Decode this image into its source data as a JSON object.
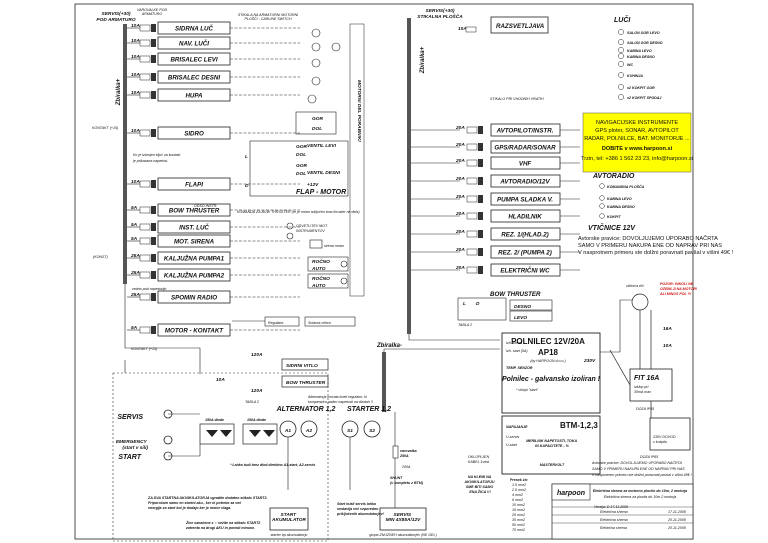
{
  "left_panel": {
    "header_main": "SERVIS(+30)\nPOD ARMATURO",
    "header_switch": "VAROVALKE POD\nARMATURO",
    "header_note": "STIKALA NA ARMATURNI MOTORNI\nPLOŠČI - CARLINE SWITCH",
    "bus_label": "Zbiralka+",
    "kontakt_label": "KONTAKT (+15)",
    "konst_label": "(KONST)",
    "circuits": [
      {
        "fuse": "10A",
        "label": "SIDRNA LUČ"
      },
      {
        "fuse": "10A",
        "label": "NAV. LUČI"
      },
      {
        "fuse": "10A",
        "label": "BRISALEC LEVI"
      },
      {
        "fuse": "10A",
        "label": "BRISALEC DESNI"
      },
      {
        "fuse": "10A",
        "label": "HUPA"
      },
      {
        "fuse": "10A",
        "label": "SIDRO"
      },
      {
        "fuse": "10A",
        "label": "FLAPI"
      },
      {
        "fuse": "5A",
        "label": "BOW THRUSTER"
      },
      {
        "fuse": "5A",
        "label": "INST. LUČ"
      },
      {
        "fuse": "5A",
        "label": "MOT. SIRENA"
      },
      {
        "fuse": "25A",
        "label": "KALJUŽNA PUMPA1"
      },
      {
        "fuse": "25A",
        "label": "KALJUŽNA PUMPA2"
      },
      {
        "fuse": "25A",
        "label": "SPOMIN RADIO"
      },
      {
        "fuse": "5A",
        "label": "MOTOR - KONTAKT"
      }
    ],
    "kontakt_note": "Ko je izbrojen ključ za kontakt\nje prikazana napetost.",
    "gor": "GOR",
    "dol": "DOL",
    "ventil_levi": "VENTIL LEVI",
    "gor2": "GOR",
    "dol2": "DOL",
    "ventil_desni": "VENTIL DESNI",
    "v12": "+12V",
    "flap_motor": "FLAP - MOTOR",
    "ld_l": "L",
    "ld_d": "D",
    "bow_note": "KOMANDA ZA BOW THRUSTER (re je motor izključen bow thruster ne dela)",
    "bow_small": "ODSO INSTR.",
    "osvet": "OSVETLITEV MOT.\nINSTRUMENTOV",
    "sirena": "sirena motor",
    "rocno1": "ROČNO",
    "auto1": "AUTO",
    "rocno2": "ROČNO",
    "auto2": "AUTO",
    "konst_note": "vedno pod napetostjo",
    "regulator": "Regulator",
    "solar": "Solarna celica",
    "motor_panel": "MOTORNI DEL\nPORABNIKI",
    "kontakt15": "KONTAKT (+15)",
    "mot_num": "15"
  },
  "right_panel": {
    "header": "SERVIS(+30)\nSTIKALNA PLOŠČA",
    "bus_label": "Zbiralka+",
    "razsvetljava_fuse": "10A",
    "razsvetljava": "RAZSVETLJAVA",
    "luci_title": "LUČI",
    "lights": [
      "SALON GOR LEVO",
      "SALON GOR DESNO",
      "KABINA LEVO",
      "KABINA DESNO",
      "WC",
      "KUHINJA",
      "x2 KOKPIT GOR",
      "x2 KOKPIT SPODAJ"
    ],
    "vhodni_vrata": "STIKALO PRI VHODNIH VRATIH",
    "circuits": [
      {
        "fuse": "20A",
        "label": "AVTOPILOT/INSTR."
      },
      {
        "fuse": "20A",
        "label": "GPS/RADAR/SONAR"
      },
      {
        "fuse": "20A",
        "label": "VHF"
      },
      {
        "fuse": "20A",
        "label": "AVTORADIO/12V"
      },
      {
        "fuse": "20A",
        "label": "PUMPA SLADKA V."
      },
      {
        "fuse": "20A",
        "label": "HLADILNIK"
      },
      {
        "fuse": "20A",
        "label": "REZ. 1/(HLAD.2)"
      },
      {
        "fuse": "20A",
        "label": "REZ. 2/ (PUMPA 2)"
      },
      {
        "fuse": "20A",
        "label": "ELEKTRIČNI WC"
      }
    ],
    "avtoradio_title": "AVTORADIO",
    "avtoradio_items": [
      "KOMANDNA PLOŠČA",
      "KABINA LEVO",
      "KABINA DESNO",
      "KOKPIT"
    ],
    "viticnice": "VTIČNICE 12V",
    "rights_note": "Avtorske pravice: DOVOLJUJEMO UPORABO NAČRTA\nSAMO V PRIMERU NAKUPA ENE OD NAPRAV PRI NAS\nV nasprotnem primeru ste dolžni poravnati pavšal v višini 49€ !",
    "bow_title": "BOW THRUSTER",
    "bow_desno": "DESNO",
    "bow_levo": "LEVO",
    "tabla2": "TABLA 2",
    "bow_l": "L",
    "bow_d": "D"
  },
  "ad_box": {
    "line1": "NAVIGACIJSKE INSTRUMENTE",
    "line2": "GPS ploter, SONAR, AVTOPILOT",
    "line3": "RADAR, POLNILCE, BAT. MONITORJE ...",
    "line4": "DOBITE  v www.harpoon.si",
    "line5": "Trzin, tel: +386 1 562 23 23, info@harpoon.si",
    "bg": "#ffff00"
  },
  "shore": {
    "pozor": "POZOR:  INKOLI NE\nOZEMLJI NA MOTOR!\nALI MINUS POL !!!",
    "vticnica": "vtičnica eN",
    "a16": "16A",
    "a10": "10A",
    "fit": "FIT 16A",
    "fit_note": "Izklop pri\n30mA max",
    "doza1": "DOZA IP65",
    "doza2": "DOZA IP65",
    "outlet": "230V DOVOD\nv kokpitu"
  },
  "charger": {
    "title": "POLNILEC 12V/20A",
    "model": "AP18",
    "brand": "(by HARPOON d.o.o.)",
    "v230": "230V",
    "izh_servis": "Izh. servis",
    "izh_start": "Izh. start (5A)",
    "temp": "TEMP. SENZOR",
    "galv": "Polnilec - galvansko izoliran !",
    "note": "* vklopi \"start\"",
    "btm_title": "BTM-1,2,3",
    "napajanje": "NAPAJANJE",
    "u_servis": "U-servis",
    "u_start": "U-start",
    "merilnik": "MERILNIK NAPETOSTI, TOKA\nIN KAPACITETE - %",
    "mastervolt": "MASTERVOLT"
  },
  "starter": {
    "bus_minus": "Zbiralka-",
    "servis": "SERVIS",
    "emergency": "EMERGENCY\n(start v sili)",
    "start": "START",
    "sidrni_vitlo": "SIDRNI VITLO",
    "bow_thruster": "BOW THRUSTER",
    "a120_1": "120A",
    "a120_2": "120A",
    "a10": "10A",
    "tabla2": "TABLA 2",
    "alt_title": "ALTERNATOR 1,2",
    "st_title": "STARTER 1,2",
    "alt_note": "Alternatorja morata imeti regulator, ki\nkompenzira padec napetosti na diodah !!",
    "diode1": "150A diode",
    "diode2": "150A diode",
    "a1": "A1",
    "a2": "A2",
    "s1": "S1",
    "s2": "S2",
    "lahko": "* Lahko tudi brez diod direktno A1-start, A2-servis",
    "varovalka": "varovalka\n250A",
    "shunt": "SHUNT\n(v kompletu z BTM)",
    "shunt_a": "200A",
    "note_akum": "ZA DVA STARTNA AKUMULATORJA vgradite dodatno stikalo START2.\nPriporočam samo en startni aku., ker ni potrebe za več\nenergije za start kot je dodajo ker je motor vlaga.",
    "note_bottom": "Žice označene z ♀ vežite na stikalo START2\nzatrenta na drugi AKU in povedi minuse.",
    "akum_start": "START\nAKUMULATOR",
    "akum_start_sub": "starter bp akumulatorju",
    "start_note": "Start in/ali servis lahko\nsestavlja več vzporedno\npriključenih akumulatorjev!",
    "akum_servis": "SERVIS\nMIN 4X85A/12V",
    "akum_servis_sub": "grupa ZNUZNEH akumulatorjev (NE GEL)",
    "na_klemi": "NA KLEMI NA\nAKUMULATORJU\nSME BITI SAMO\nENA ŽICA !!!",
    "kabel_tip": "OKLOPLJEN\nKABEL 1vest",
    "presek_title": "Presek žic",
    "presek": [
      "1.5 mm2",
      "2.5 mm2",
      "4 mm2",
      "6 mm2",
      "10 mm2",
      "16 mm2",
      "25 mm2",
      "35 mm2",
      "50 mm2",
      "70 mm2"
    ]
  },
  "title_block": {
    "logo": "harpoon",
    "title": "Električna shema za motorno plovilo do 10m, 2 motorja",
    "subtitle": "Električna shema za plovila do 10m 2 motorja",
    "version": "Verzija: D 17.11.2008",
    "rows": [
      "Električna shema",
      "Električna shema",
      "Elektri/na shema"
    ],
    "dates": [
      "17.11.2008",
      "20.11.2008",
      "20.11.2008"
    ]
  }
}
